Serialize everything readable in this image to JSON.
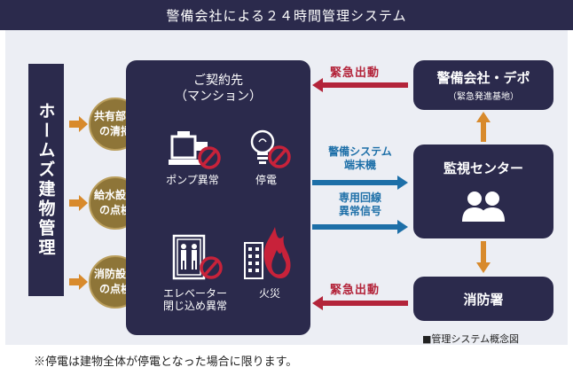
{
  "title": "警備会社による２４時間管理システム",
  "homes": {
    "label": "ホームズ建物管理"
  },
  "services": [
    {
      "label": "共有部分\nの清掃"
    },
    {
      "label": "給水設備\nの点検"
    },
    {
      "label": "消防設備\nの点検"
    }
  ],
  "client": {
    "title": "ご契約先\n（マンション）",
    "items": [
      {
        "label": "ポンプ異常"
      },
      {
        "label": "停電"
      },
      {
        "label": "エレベーター\n閉じ込め異常"
      },
      {
        "label": "火災"
      }
    ]
  },
  "security_company": {
    "title": "警備会社・デポ",
    "subtitle": "（緊急発進基地）"
  },
  "monitoring_center": {
    "title": "監視センター"
  },
  "fire_station": {
    "title": "消防署"
  },
  "arrows": {
    "emergency_top": "緊急出動",
    "emergency_bottom": "緊急出動",
    "terminal": "警備システム\n端末機",
    "line": "専用回線\n異常信号"
  },
  "colors": {
    "navy": "#2b2a4c",
    "gold": "#8e7538",
    "orange": "#d88a2c",
    "red": "#b3243a",
    "blue": "#1d6fa8"
  },
  "footnote": "※停電は建物全体が停電となった場合に限ります。",
  "legend": "■管理システム概念図"
}
